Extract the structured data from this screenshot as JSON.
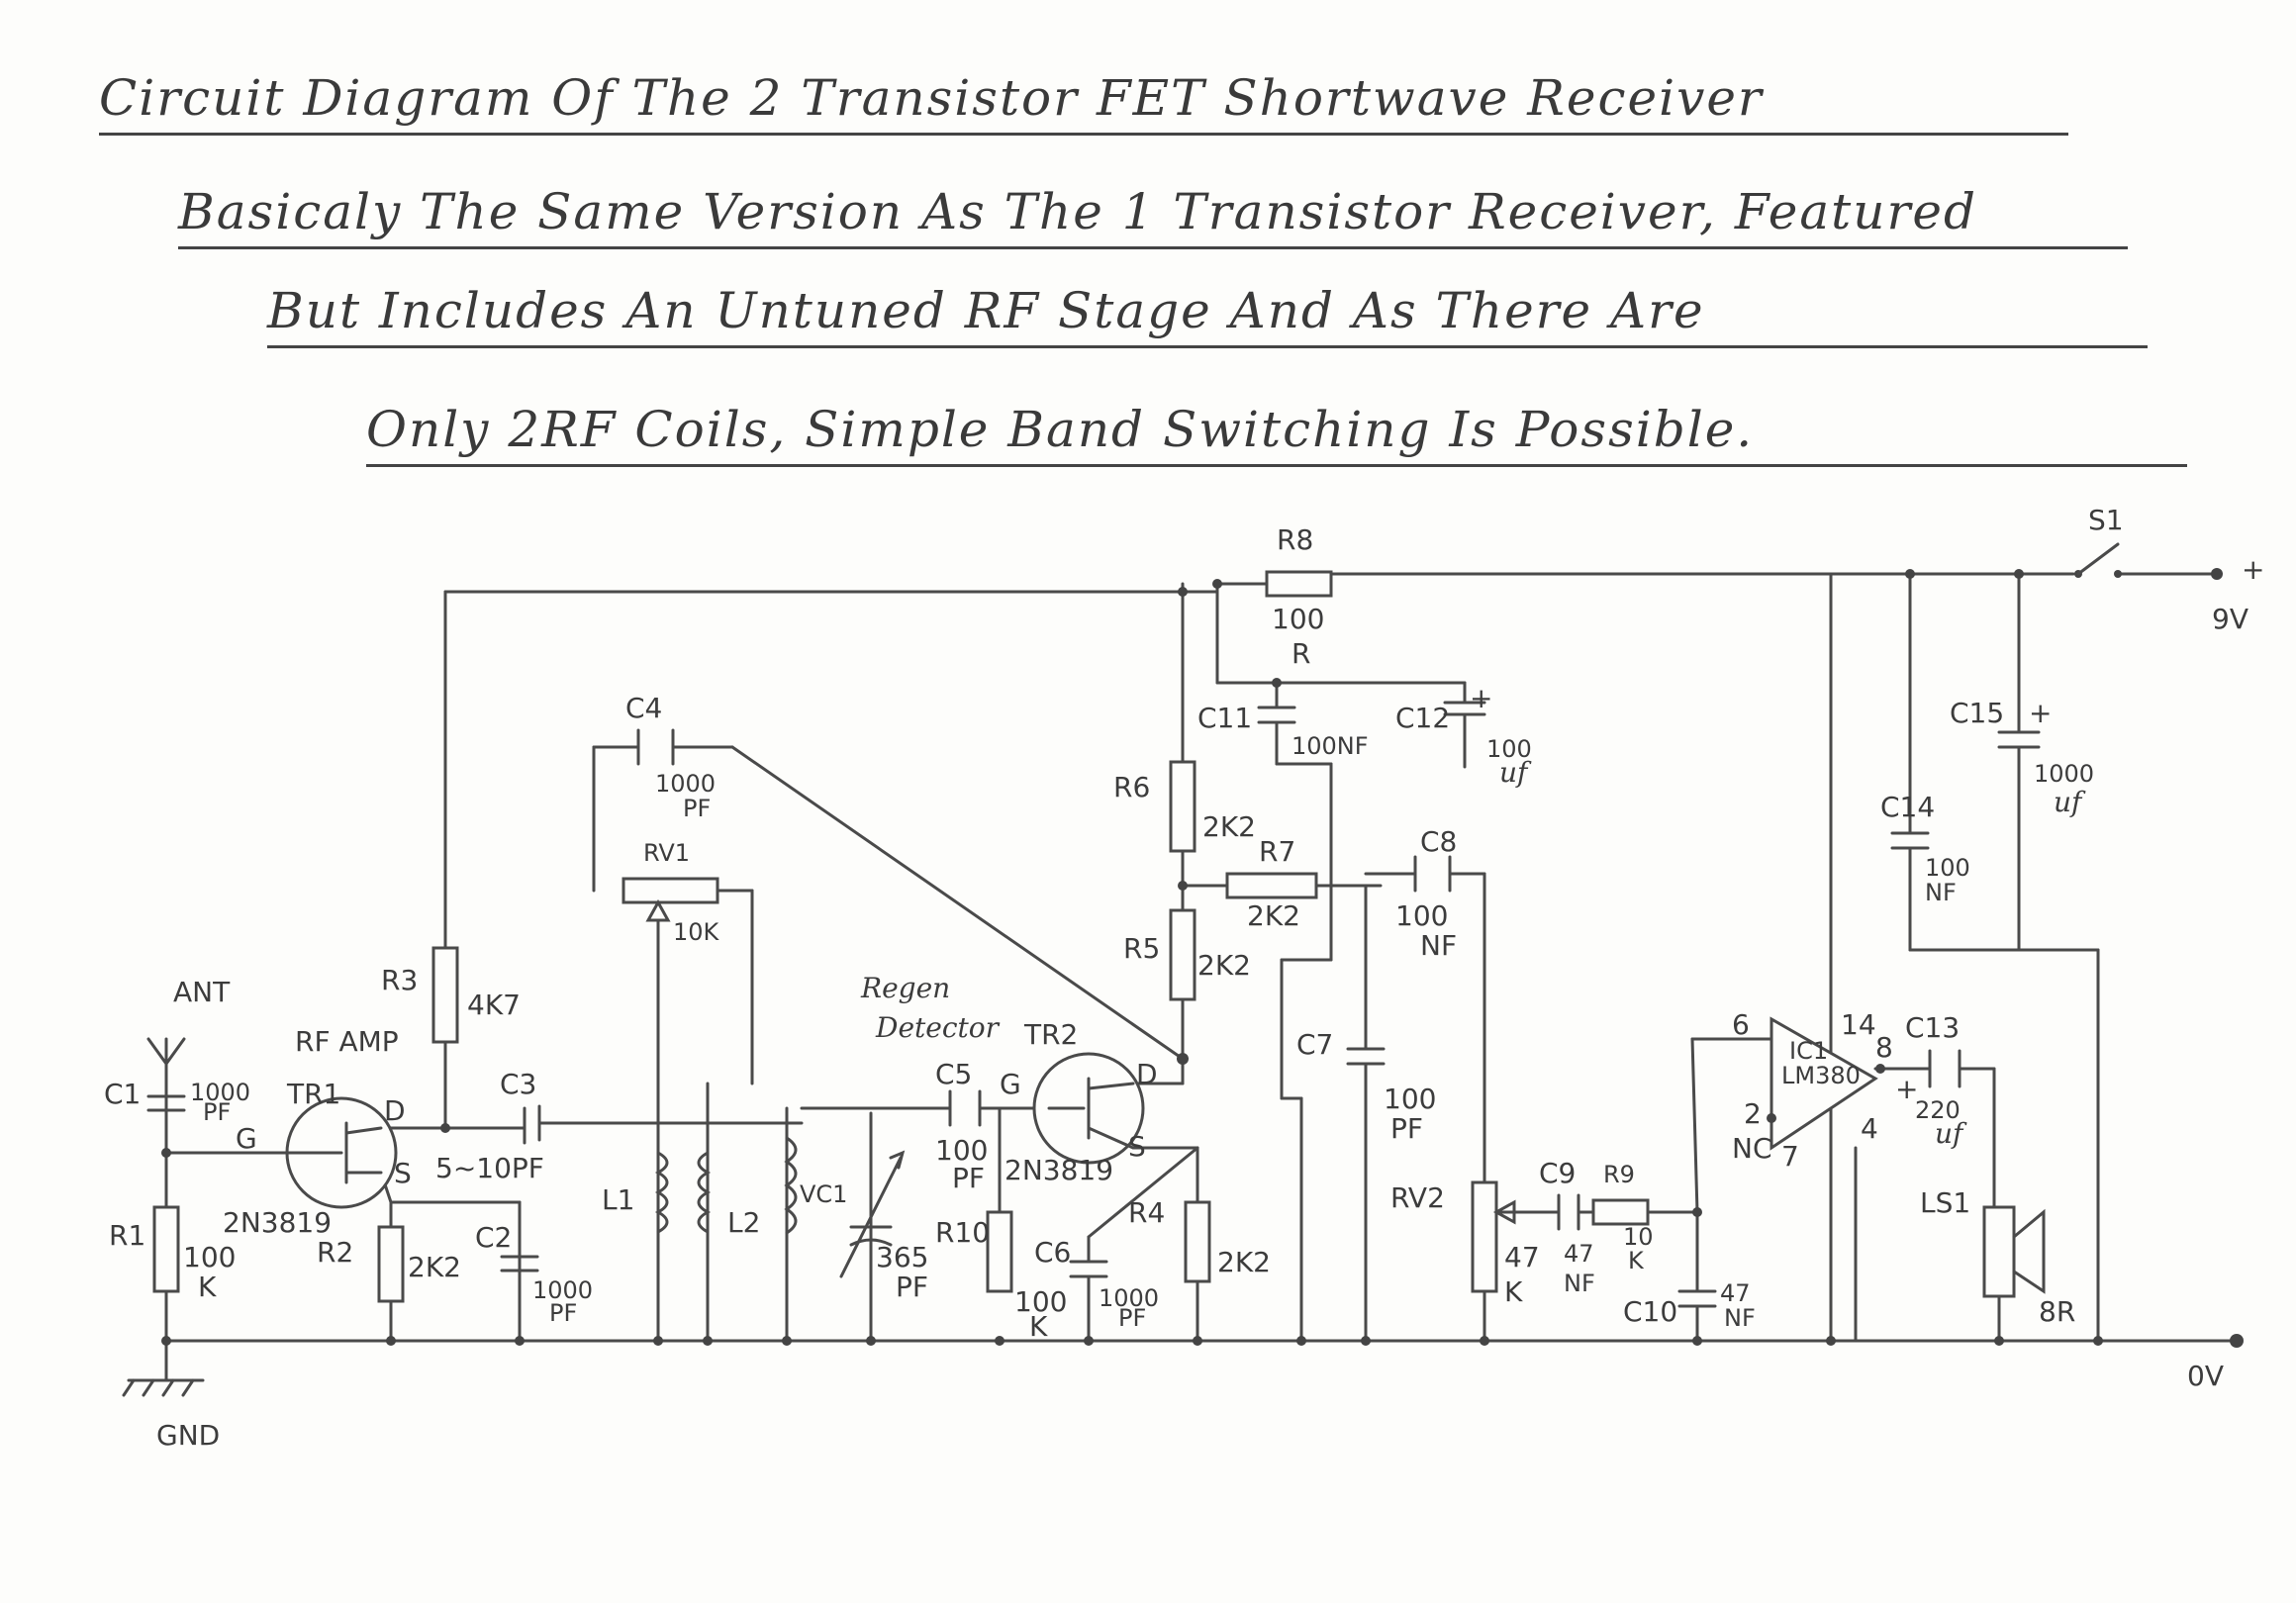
{
  "title_lines": [
    "Circuit Diagram Of The 2 Transistor FET Shortwave Receiver",
    "Basicaly The Same Version As The 1 Transistor Receiver, Featured",
    "But Includes An Untuned RF Stage And As There Are",
    "Only 2RF Coils, Simple Band Switching Is Possible."
  ],
  "labels": {
    "ant": "ANT",
    "gnd": "GND",
    "ov": "0V",
    "plus": "+",
    "v9": "9V",
    "s1": "S1",
    "r8": "R8",
    "r8_v1": "100",
    "r8_v2": "R",
    "c4": "C4",
    "c4_v1": "1000",
    "c4_v2": "PF",
    "rv1": "RV1",
    "rv1_v": "10K",
    "r6": "R6",
    "r6_v": "2K2",
    "r7": "R7",
    "r7_v": "2K2",
    "r5": "R5",
    "r5_v": "2K2",
    "c11": "C11",
    "c11_v": "100NF",
    "c12": "C12",
    "c12_v1": "100",
    "c12_v2": "uf",
    "c8": "C8",
    "c8_v1": "100",
    "c8_v2": "NF",
    "c7": "C7",
    "c7_v1": "100",
    "c7_v2": "PF",
    "c15": "C15",
    "c15_v1": "1000",
    "c15_v2": "uf",
    "c14": "C14",
    "c14_v1": "100",
    "c14_v2": "NF",
    "r3": "R3",
    "r3_v": "4K7",
    "rf_amp": "RF AMP",
    "c1": "C1",
    "c1_v1": "1000",
    "c1_v2": "PF",
    "tr1": "TR1",
    "tr1_part": "2N3819",
    "g": "G",
    "d": "D",
    "s": "S",
    "c3": "C3",
    "c3_v": "5~10PF",
    "r1": "R1",
    "r1_v1": "100",
    "r1_v2": "K",
    "r2": "R2",
    "r2_v": "2K2",
    "c2": "C2",
    "c2_v1": "1000",
    "c2_v2": "PF",
    "l1": "L1",
    "l2": "L2",
    "vc1": "VC1",
    "vc1_v1": "365",
    "vc1_v2": "PF",
    "regen1": "Regen",
    "regen2": "Detector",
    "tr2": "TR2",
    "tr2_part": "2N3819",
    "c5": "C5",
    "c5_v1": "100",
    "c5_v2": "PF",
    "r10": "R10",
    "r10_v1": "100",
    "r10_v2": "K",
    "c6": "C6",
    "c6_v1": "1000",
    "c6_v2": "PF",
    "r4": "R4",
    "r4_v": "2K2",
    "rv2": "RV2",
    "rv2_v1": "47",
    "rv2_v2": "K",
    "c9": "C9",
    "c9_v1": "47",
    "c9_v2": "NF",
    "r9": "R9",
    "r9_v1": "10",
    "r9_v2": "K",
    "c10": "C10",
    "c10_v1": "47",
    "c10_v2": "NF",
    "ic1": "IC1",
    "ic1_part": "LM380",
    "pin6": "6",
    "pin14": "14",
    "pin8": "8",
    "pin2": "2",
    "pin4": "4",
    "pin7": "7",
    "nc": "NC",
    "c13": "C13",
    "c13_v1": "220",
    "c13_v2": "uf",
    "ls1": "LS1",
    "ls1_v": "8R"
  }
}
